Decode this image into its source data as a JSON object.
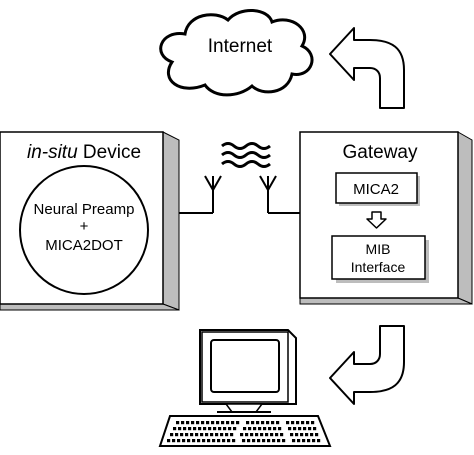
{
  "internet": {
    "label": "Internet"
  },
  "device": {
    "title_italic": "in-situ",
    "title_rest": " Device",
    "circle_line1": "Neural Preamp",
    "circle_line2": "+",
    "circle_line3": "MICA2DOT"
  },
  "gateway": {
    "title": "Gateway",
    "box1": "MICA2",
    "box2_line1": "MIB",
    "box2_line2": "Interface"
  },
  "icons": [
    "cloud-icon",
    "antenna-icon",
    "wireless-waves-icon",
    "curved-arrow-icon",
    "computer-icon",
    "keyboard-icon"
  ],
  "colors": {
    "shadow": "#bdbdbd",
    "stroke": "#000000",
    "fill": "#ffffff"
  }
}
